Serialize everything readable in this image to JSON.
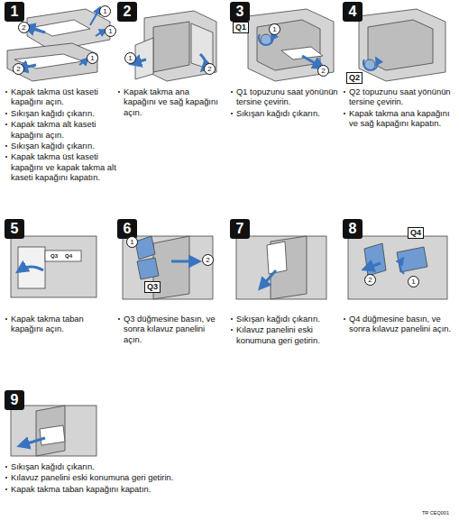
{
  "diagram": {
    "nodes": [
      {
        "text": [
          "1"
        ]
      },
      {
        "text": [
          "2"
        ]
      },
      {
        "text": [
          "3"
        ]
      },
      {
        "text": [
          "4"
        ]
      },
      {
        "text": [
          "5"
        ]
      },
      {
        "text": [
          "6"
        ]
      },
      {
        "text": [
          "7"
        ]
      },
      {
        "text": [
          "8"
        ]
      },
      {
        "text": [
          "9"
        ]
      }
    ],
    "edges": [],
    "labels": [
      "1",
      "1",
      "2",
      "1",
      "2",
      "Kapak takma üst kaseti kapağını açın.",
      "Sıkışan kağıdı çıkarın.",
      "Kapak takma alt kaseti kapağını açın.",
      "Sıkışan kağıdı çıkarın.",
      "Kapak takma üst kaseti kapağını ve kapak takma alt kaseti kapağını kapatın.",
      "1",
      "2",
      "Kapak takma ana kapağını ve sağ kapağını açın.",
      "Q1",
      "1",
      "2",
      "Q1 topuzunu saat yönünün tersine çevirin.",
      "Sıkışan kağıdı çıkarın.",
      "Q2",
      "Q2 topuzunu saat yönünün tersine çevirin.",
      "Kapak takma ana kapağını ve sağ kapağını kapatın.",
      "Q3",
      "Q4",
      "Kapak takma taban kapağını açın.",
      "1",
      "Q3",
      "2",
      "Q3 düğmesine basın, ve sonra kılavuz panelini açın.",
      "Sıkışan kağıdı çıkarın.",
      "Kılavuz panelini eski konumuna geri getirin.",
      "Q4",
      "2",
      "1",
      "Q4 düğmesine basın, ve sonra kılavuz panelini açın.",
      "Sıkışan kağıdı çıkarın.",
      "Kılavuz panelini eski konumuna geri getirin.",
      "Kapak takma taban kapağını kapatın.",
      "TR CEQ001"
    ]
  }
}
